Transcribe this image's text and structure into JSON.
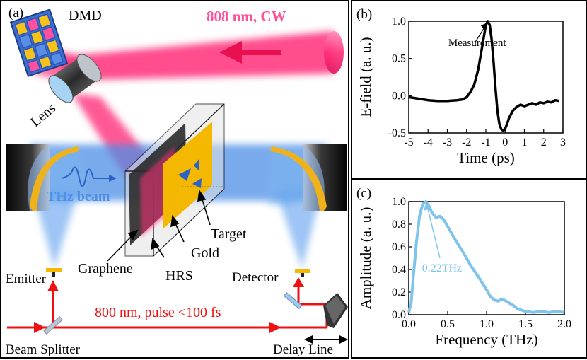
{
  "panel_a": {
    "label": "(a)",
    "dmd": "DMD",
    "pump": "808 nm, CW",
    "lens": "Lens",
    "thz_beam": "THz beam",
    "target": "Target",
    "gold": "Gold",
    "graphene": "Graphene",
    "hrs": "HRS",
    "emitter": "Emitter",
    "detector": "Detector",
    "probe": "800 nm, pulse <100 fs",
    "beam_splitter": "Beam Splitter",
    "delay_line": "Delay Line",
    "colors": {
      "pump": "#ff2f7a",
      "thz": "#4d8fe6",
      "laser": "#ee1111",
      "gold": "#f5b800"
    }
  },
  "chart_data": [
    {
      "type": "line",
      "label": "(b)",
      "xlabel": "Time (ps)",
      "ylabel": "E-field (a. u.)",
      "xlim": [
        -5,
        3
      ],
      "ylim": [
        -0.5,
        1.0
      ],
      "xticks": [
        -5,
        -4,
        -3,
        -2,
        -1,
        0,
        1,
        2,
        3
      ],
      "yticks": [
        -0.5,
        0.0,
        0.5,
        1.0
      ],
      "xtick_labels": [
        "-5",
        "-4",
        "-3",
        "-2",
        "-1",
        "0",
        "1",
        "2",
        "3"
      ],
      "ytick_labels": [
        "-0.5",
        "0.0",
        "0.5",
        "1.0"
      ],
      "annotation": "Measurement",
      "color": "#000000",
      "x": [
        -5.0,
        -4.5,
        -4.0,
        -3.5,
        -3.0,
        -2.5,
        -2.2,
        -2.0,
        -1.8,
        -1.6,
        -1.4,
        -1.2,
        -1.0,
        -0.9,
        -0.8,
        -0.7,
        -0.6,
        -0.5,
        -0.4,
        -0.3,
        -0.2,
        -0.1,
        0.0,
        0.1,
        0.2,
        0.4,
        0.6,
        0.8,
        1.0,
        1.2,
        1.4,
        1.6,
        1.8,
        2.0,
        2.2,
        2.4,
        2.6,
        2.8
      ],
      "y": [
        -0.02,
        -0.04,
        -0.06,
        -0.07,
        -0.07,
        -0.06,
        -0.05,
        -0.02,
        0.05,
        0.15,
        0.35,
        0.65,
        0.95,
        1.0,
        0.95,
        0.75,
        0.45,
        0.1,
        -0.2,
        -0.38,
        -0.45,
        -0.47,
        -0.44,
        -0.38,
        -0.3,
        -0.2,
        -0.15,
        -0.12,
        -0.14,
        -0.12,
        -0.1,
        -0.12,
        -0.09,
        -0.1,
        -0.08,
        -0.09,
        -0.06,
        -0.07
      ]
    },
    {
      "type": "line",
      "label": "(c)",
      "xlabel": "Frequency (THz)",
      "ylabel": "Amplitude (a. u.)",
      "xlim": [
        0.0,
        2.0
      ],
      "ylim": [
        0.0,
        1.0
      ],
      "xticks": [
        0.0,
        0.5,
        1.0,
        1.5,
        2.0
      ],
      "yticks": [
        0.0,
        0.2,
        0.4,
        0.6,
        0.8,
        1.0
      ],
      "xtick_labels": [
        "0.0",
        "0.5",
        "1.0",
        "1.5",
        "2.0"
      ],
      "ytick_labels": [
        "0.0",
        "0.2",
        "0.4",
        "0.6",
        "0.8",
        "1.0"
      ],
      "annotation": "0.22THz",
      "color": "#7ec4ec",
      "x": [
        0.0,
        0.03,
        0.06,
        0.1,
        0.14,
        0.18,
        0.22,
        0.26,
        0.3,
        0.35,
        0.4,
        0.45,
        0.5,
        0.55,
        0.6,
        0.7,
        0.8,
        0.9,
        1.0,
        1.05,
        1.1,
        1.15,
        1.2,
        1.25,
        1.3,
        1.35,
        1.4,
        1.5,
        1.6,
        1.7,
        1.8,
        1.9,
        2.0
      ],
      "y": [
        0.02,
        0.1,
        0.35,
        0.65,
        0.88,
        0.98,
        1.0,
        0.96,
        0.9,
        0.86,
        0.87,
        0.84,
        0.78,
        0.72,
        0.66,
        0.55,
        0.43,
        0.33,
        0.22,
        0.16,
        0.13,
        0.12,
        0.14,
        0.12,
        0.1,
        0.08,
        0.05,
        0.03,
        0.02,
        0.03,
        0.02,
        0.03,
        0.02
      ]
    }
  ]
}
